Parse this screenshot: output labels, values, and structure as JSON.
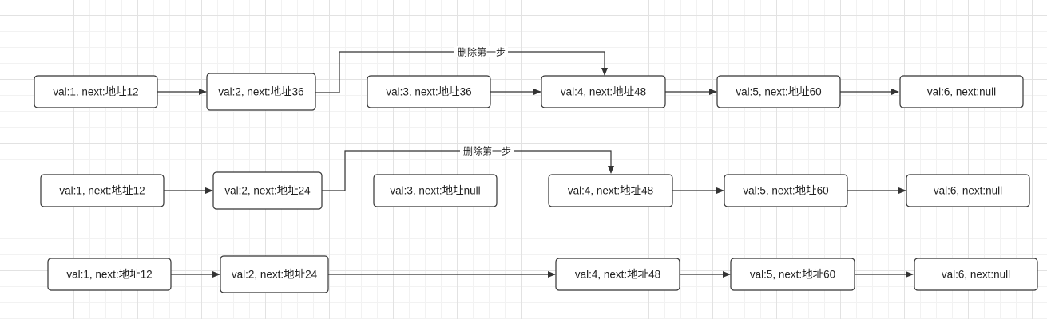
{
  "rows": [
    {
      "nodes": [
        {
          "label": "val:1, next:地址12"
        },
        {
          "label": "val:2, next:地址36"
        },
        {
          "label": "val:3, next:地址36"
        },
        {
          "label": "val:4, next:地址48"
        },
        {
          "label": "val:5, next:地址60"
        },
        {
          "label": "val:6, next:null"
        }
      ],
      "annotation": "删除第一步"
    },
    {
      "nodes": [
        {
          "label": "val:1, next:地址12"
        },
        {
          "label": "val:2, next:地址24"
        },
        {
          "label": "val:3, next:地址null"
        },
        {
          "label": "val:4, next:地址48"
        },
        {
          "label": "val:5, next:地址60"
        },
        {
          "label": "val:6, next:null"
        }
      ],
      "annotation": "删除第一步"
    },
    {
      "nodes": [
        {
          "label": "val:1, next:地址12"
        },
        {
          "label": "val:2, next:地址24"
        },
        {
          "label": "val:4, next:地址48"
        },
        {
          "label": "val:5, next:地址60"
        },
        {
          "label": "val:6, next:null"
        }
      ]
    }
  ],
  "colors": {
    "stroke": "#333333",
    "fill": "#ffffff",
    "text": "#222222"
  }
}
